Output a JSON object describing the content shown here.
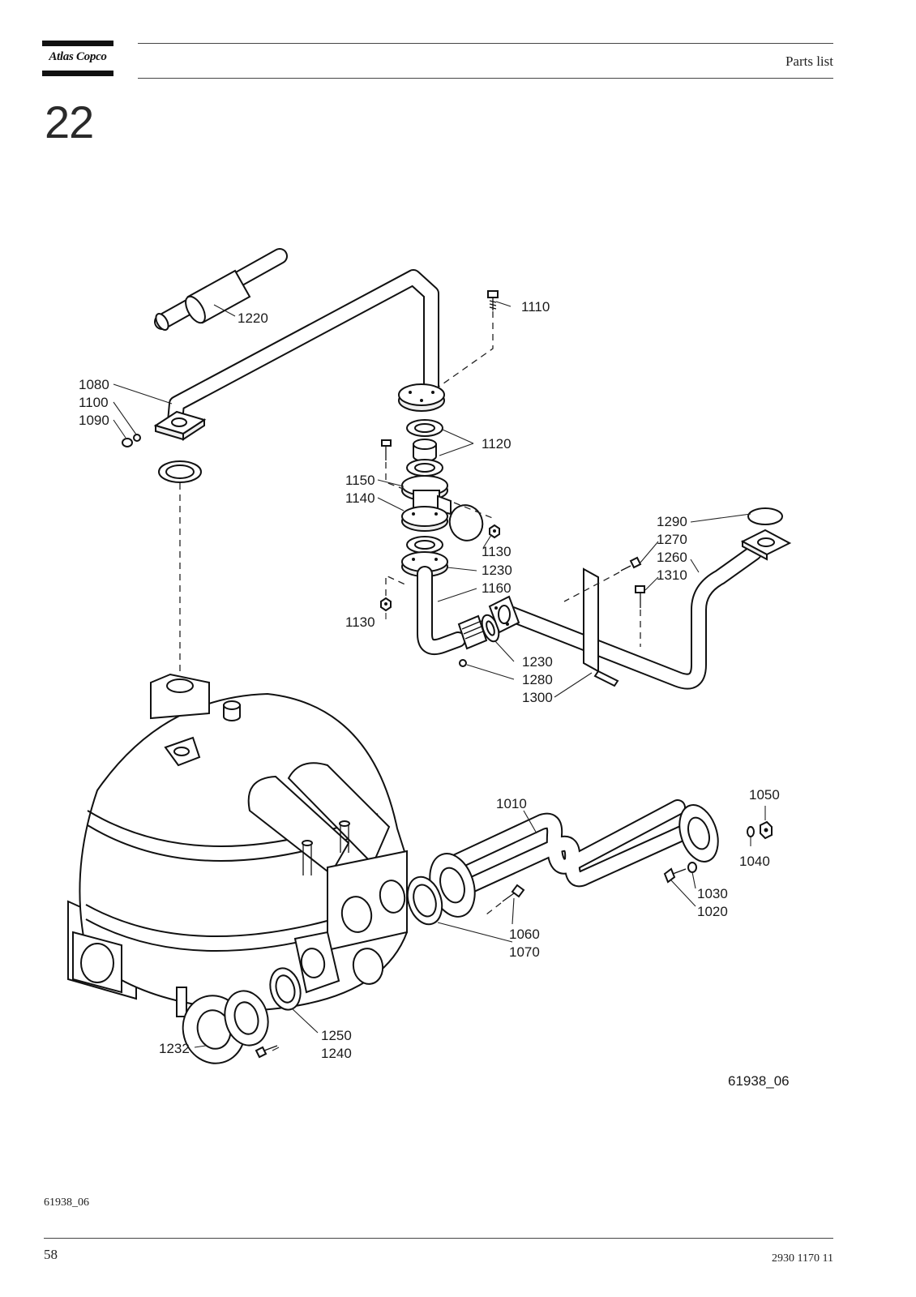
{
  "header": {
    "brand_logo": "Atlas Copco",
    "title": "Parts list",
    "section_number": "22"
  },
  "drawing": {
    "reference": "61938_06",
    "callouts": {
      "c1220": "1220",
      "c1110": "1110",
      "c1080": "1080",
      "c1100": "1100",
      "c1090": "1090",
      "c1120": "1120",
      "c1150": "1150",
      "c1140": "1140",
      "c1130a": "1130",
      "c1230a": "1230",
      "c1160": "1160",
      "c1130b": "1130",
      "c1290": "1290",
      "c1270": "1270",
      "c1260": "1260",
      "c1310": "1310",
      "c1230b": "1230",
      "c1280": "1280",
      "c1300": "1300",
      "c1010": "1010",
      "c1050": "1050",
      "c1040": "1040",
      "c1030": "1030",
      "c1020": "1020",
      "c1060": "1060",
      "c1070": "1070",
      "c1250": "1250",
      "c1240": "1240",
      "c1232": "1232"
    }
  },
  "footer": {
    "drawing_id": "61938_06",
    "page_number": "58",
    "document_number": "2930 1170 11"
  }
}
